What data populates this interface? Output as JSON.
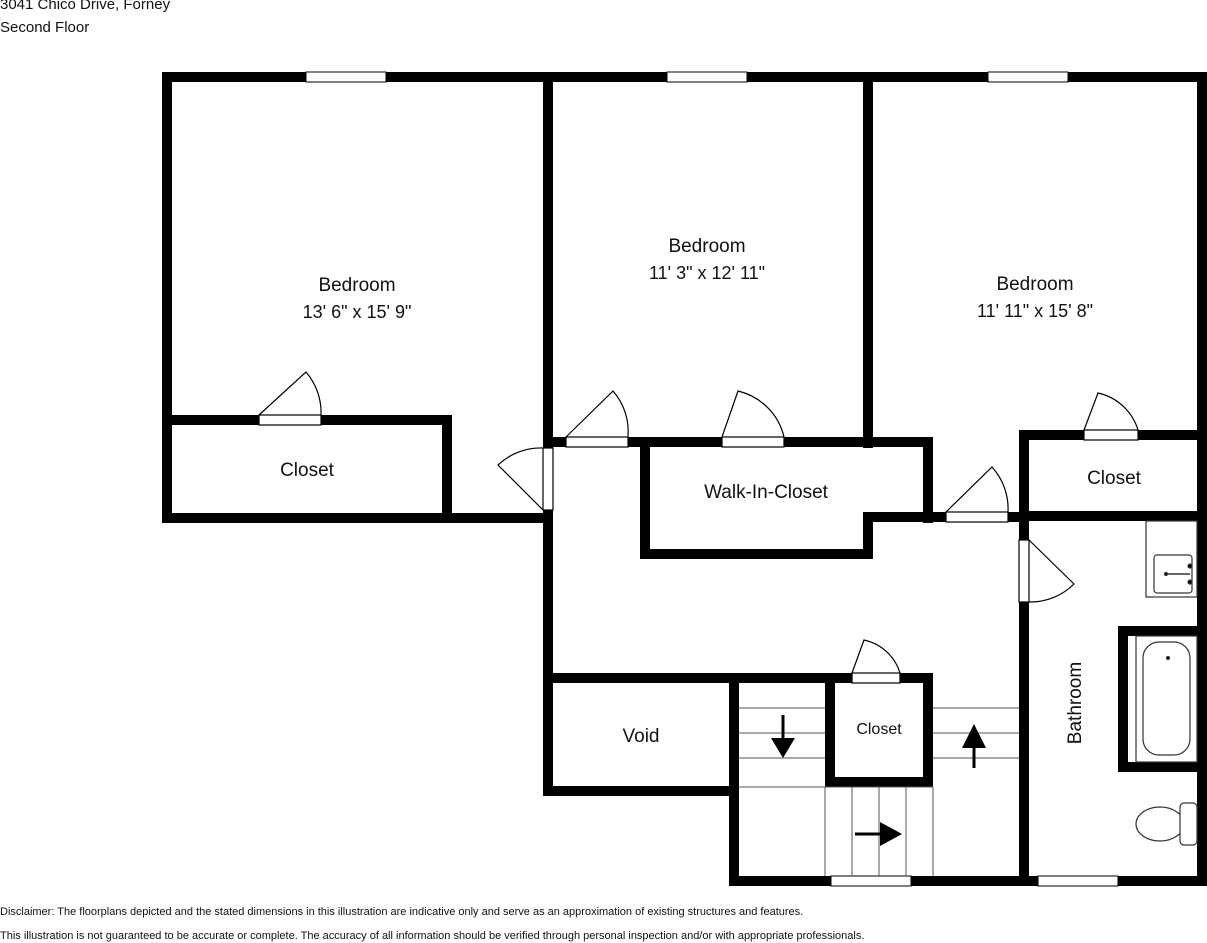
{
  "header": {
    "address": "3041 Chico Drive, Forney",
    "floor": "Second Floor"
  },
  "rooms": {
    "bedroom_left": {
      "name": "Bedroom",
      "size": "13' 6\" x 15' 9\""
    },
    "bedroom_center": {
      "name": "Bedroom",
      "size": "11' 3\" x 12' 11\""
    },
    "bedroom_right": {
      "name": "Bedroom",
      "size": "11' 11\" x 15' 8\""
    },
    "closet_left": {
      "name": "Closet"
    },
    "walk_in_closet": {
      "name": "Walk-In-Closet"
    },
    "closet_right": {
      "name": "Closet"
    },
    "closet_stairs": {
      "name": "Closet"
    },
    "void": {
      "name": "Void"
    },
    "bathroom": {
      "name": "Bathroom"
    }
  },
  "disclaimer": {
    "line1": "Disclaimer: The floorplans depicted and the stated dimensions in this illustration are indicative only and serve as an approximation of existing structures and features.",
    "line2": "This illustration is not guaranteed to be accurate or complete. The accuracy of all information should be verified through personal inspection and/or with appropriate professionals."
  },
  "colors": {
    "wall": "#000000",
    "background": "#ffffff",
    "fixture": "#333333"
  }
}
